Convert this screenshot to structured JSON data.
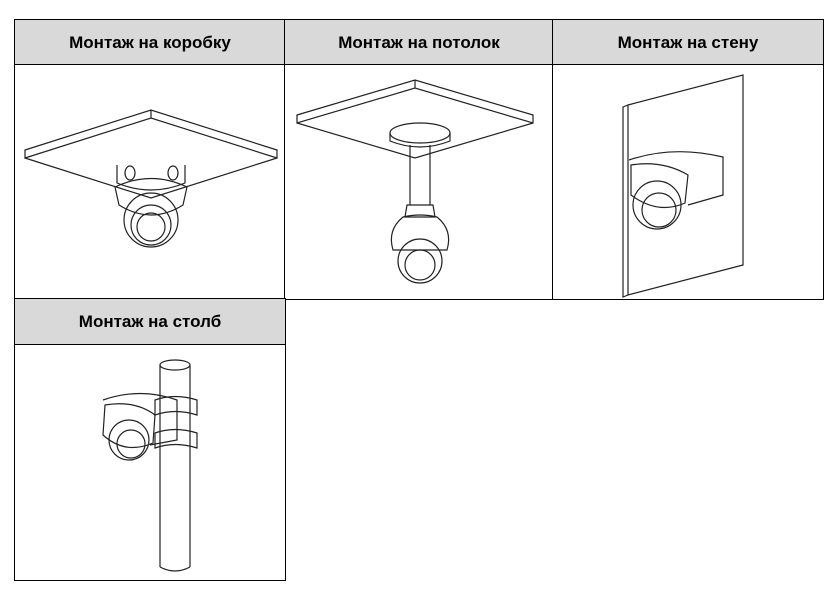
{
  "table": {
    "headers": [
      "Монтаж на коробку",
      "Монтаж на потолок",
      "Монтаж на стену",
      "Монтаж на столб"
    ]
  }
}
